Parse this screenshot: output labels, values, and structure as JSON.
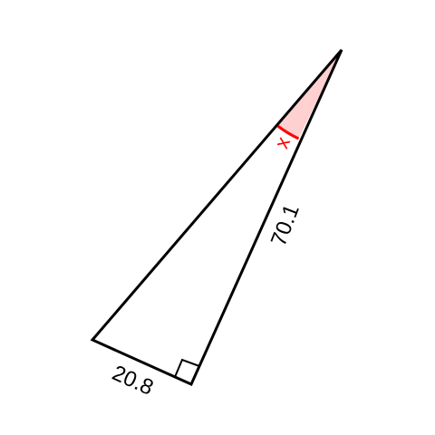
{
  "figure": {
    "hypotenuse_label": "70.1",
    "base_label": "20.8",
    "angle_label": "x"
  },
  "style": {
    "stroke_color": "#000000",
    "angle_color": "#ff0000",
    "angle_fill": "#ffd0d0"
  }
}
